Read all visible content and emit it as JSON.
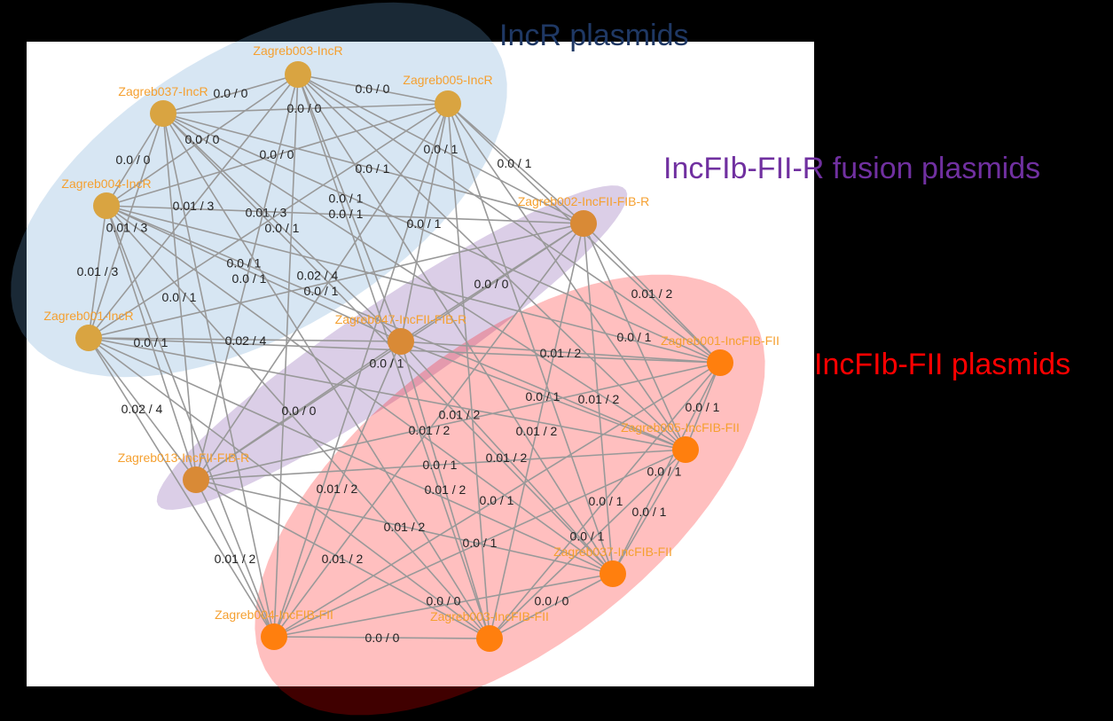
{
  "groups": [
    {
      "title": "IncR plasmids",
      "color": "#1f3864"
    },
    {
      "title": "IncFIb-FII-R fusion plasmids",
      "color": "#7030a0"
    },
    {
      "title": "IncFIb-FII plasmids",
      "color": "#ff0000"
    }
  ],
  "nodes": [
    {
      "label": "Zagreb003-IncR",
      "color": "#d9a441"
    },
    {
      "label": "Zagreb005-IncR",
      "color": "#d9a441"
    },
    {
      "label": "Zagreb037-IncR",
      "color": "#d9a441"
    },
    {
      "label": "Zagreb004-IncR",
      "color": "#d9a441"
    },
    {
      "label": "Zagreb001-IncR",
      "color": "#d9a441"
    },
    {
      "label": "Zagreb002-IncFII-FIB-R",
      "color": "#d98a36"
    },
    {
      "label": "Zagreb047-IncFII-FIB-R",
      "color": "#d98a36"
    },
    {
      "label": "Zagreb013-IncFII-FIB-R",
      "color": "#d98a36"
    },
    {
      "label": "Zagreb001-IncFIB-FII",
      "color": "#ff7f0e"
    },
    {
      "label": "Zagreb005-IncFIB-FII",
      "color": "#ff7f0e"
    },
    {
      "label": "Zagreb037-IncFIB-FII",
      "color": "#ff7f0e"
    },
    {
      "label": "Zagreb004-IncFIB-FII",
      "color": "#ff7f0e"
    },
    {
      "label": "Zagreb003-IncFIB-FII",
      "color": "#ff7f0e"
    }
  ],
  "edge_labels": [
    "0.0 / 0",
    "0.0 / 0",
    "0.0 / 0",
    "0.0 / 0",
    "0.0 / 0",
    "0.0 / 0",
    "0.0 / 1",
    "0.0 / 1",
    "0.0 / 1",
    "0.01 / 3",
    "0.01 / 3",
    "0.01 / 3",
    "0.0 / 1",
    "0.0 / 1",
    "0.0 / 1",
    "0.0 / 1",
    "0.01 / 3",
    "0.0 / 1",
    "0.0 / 1",
    "0.02 / 4",
    "0.0 / 1",
    "0.0 / 1",
    "0.0 / 1",
    "0.02 / 4",
    "0.0 / 0",
    "0.01 / 2",
    "0.0 / 1",
    "0.0 / 1",
    "0.01 / 2",
    "0.0 / 1",
    "0.01 / 2",
    "0.0 / 1",
    "0.02 / 4",
    "0.0 / 0",
    "0.01 / 2",
    "0.01 / 2",
    "0.01 / 2",
    "0.01 / 2",
    "0.0 / 1",
    "0.0 / 1",
    "0.01 / 2",
    "0.01 / 2",
    "0.0 / 1",
    "0.0 / 1",
    "0.0 / 1",
    "0.01 / 2",
    "0.0 / 1",
    "0.0 / 1",
    "0.01 / 2",
    "0.01 / 2",
    "0.0 / 0",
    "0.0 / 0",
    "0.0 / 0"
  ]
}
